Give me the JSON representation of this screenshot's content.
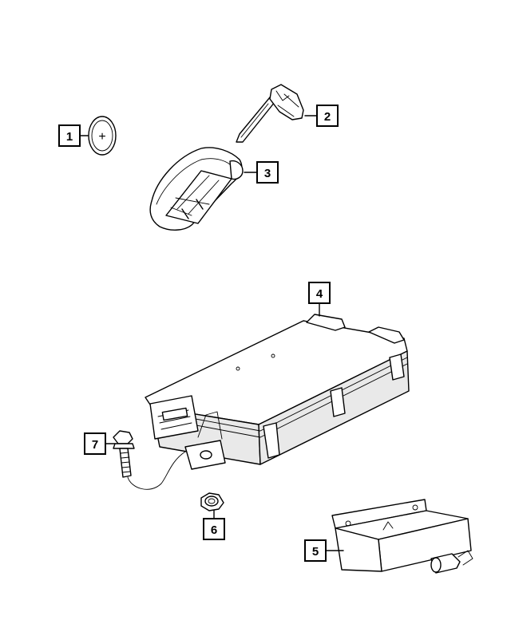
{
  "callouts": [
    {
      "label": "1",
      "part": "battery"
    },
    {
      "label": "2",
      "part": "emergency-key"
    },
    {
      "label": "3",
      "part": "key-fob"
    },
    {
      "label": "4",
      "part": "receiver-module"
    },
    {
      "label": "5",
      "part": "mounting-bracket"
    },
    {
      "label": "6",
      "part": "nut"
    },
    {
      "label": "7",
      "part": "bolt"
    }
  ],
  "battery_symbol": "+"
}
